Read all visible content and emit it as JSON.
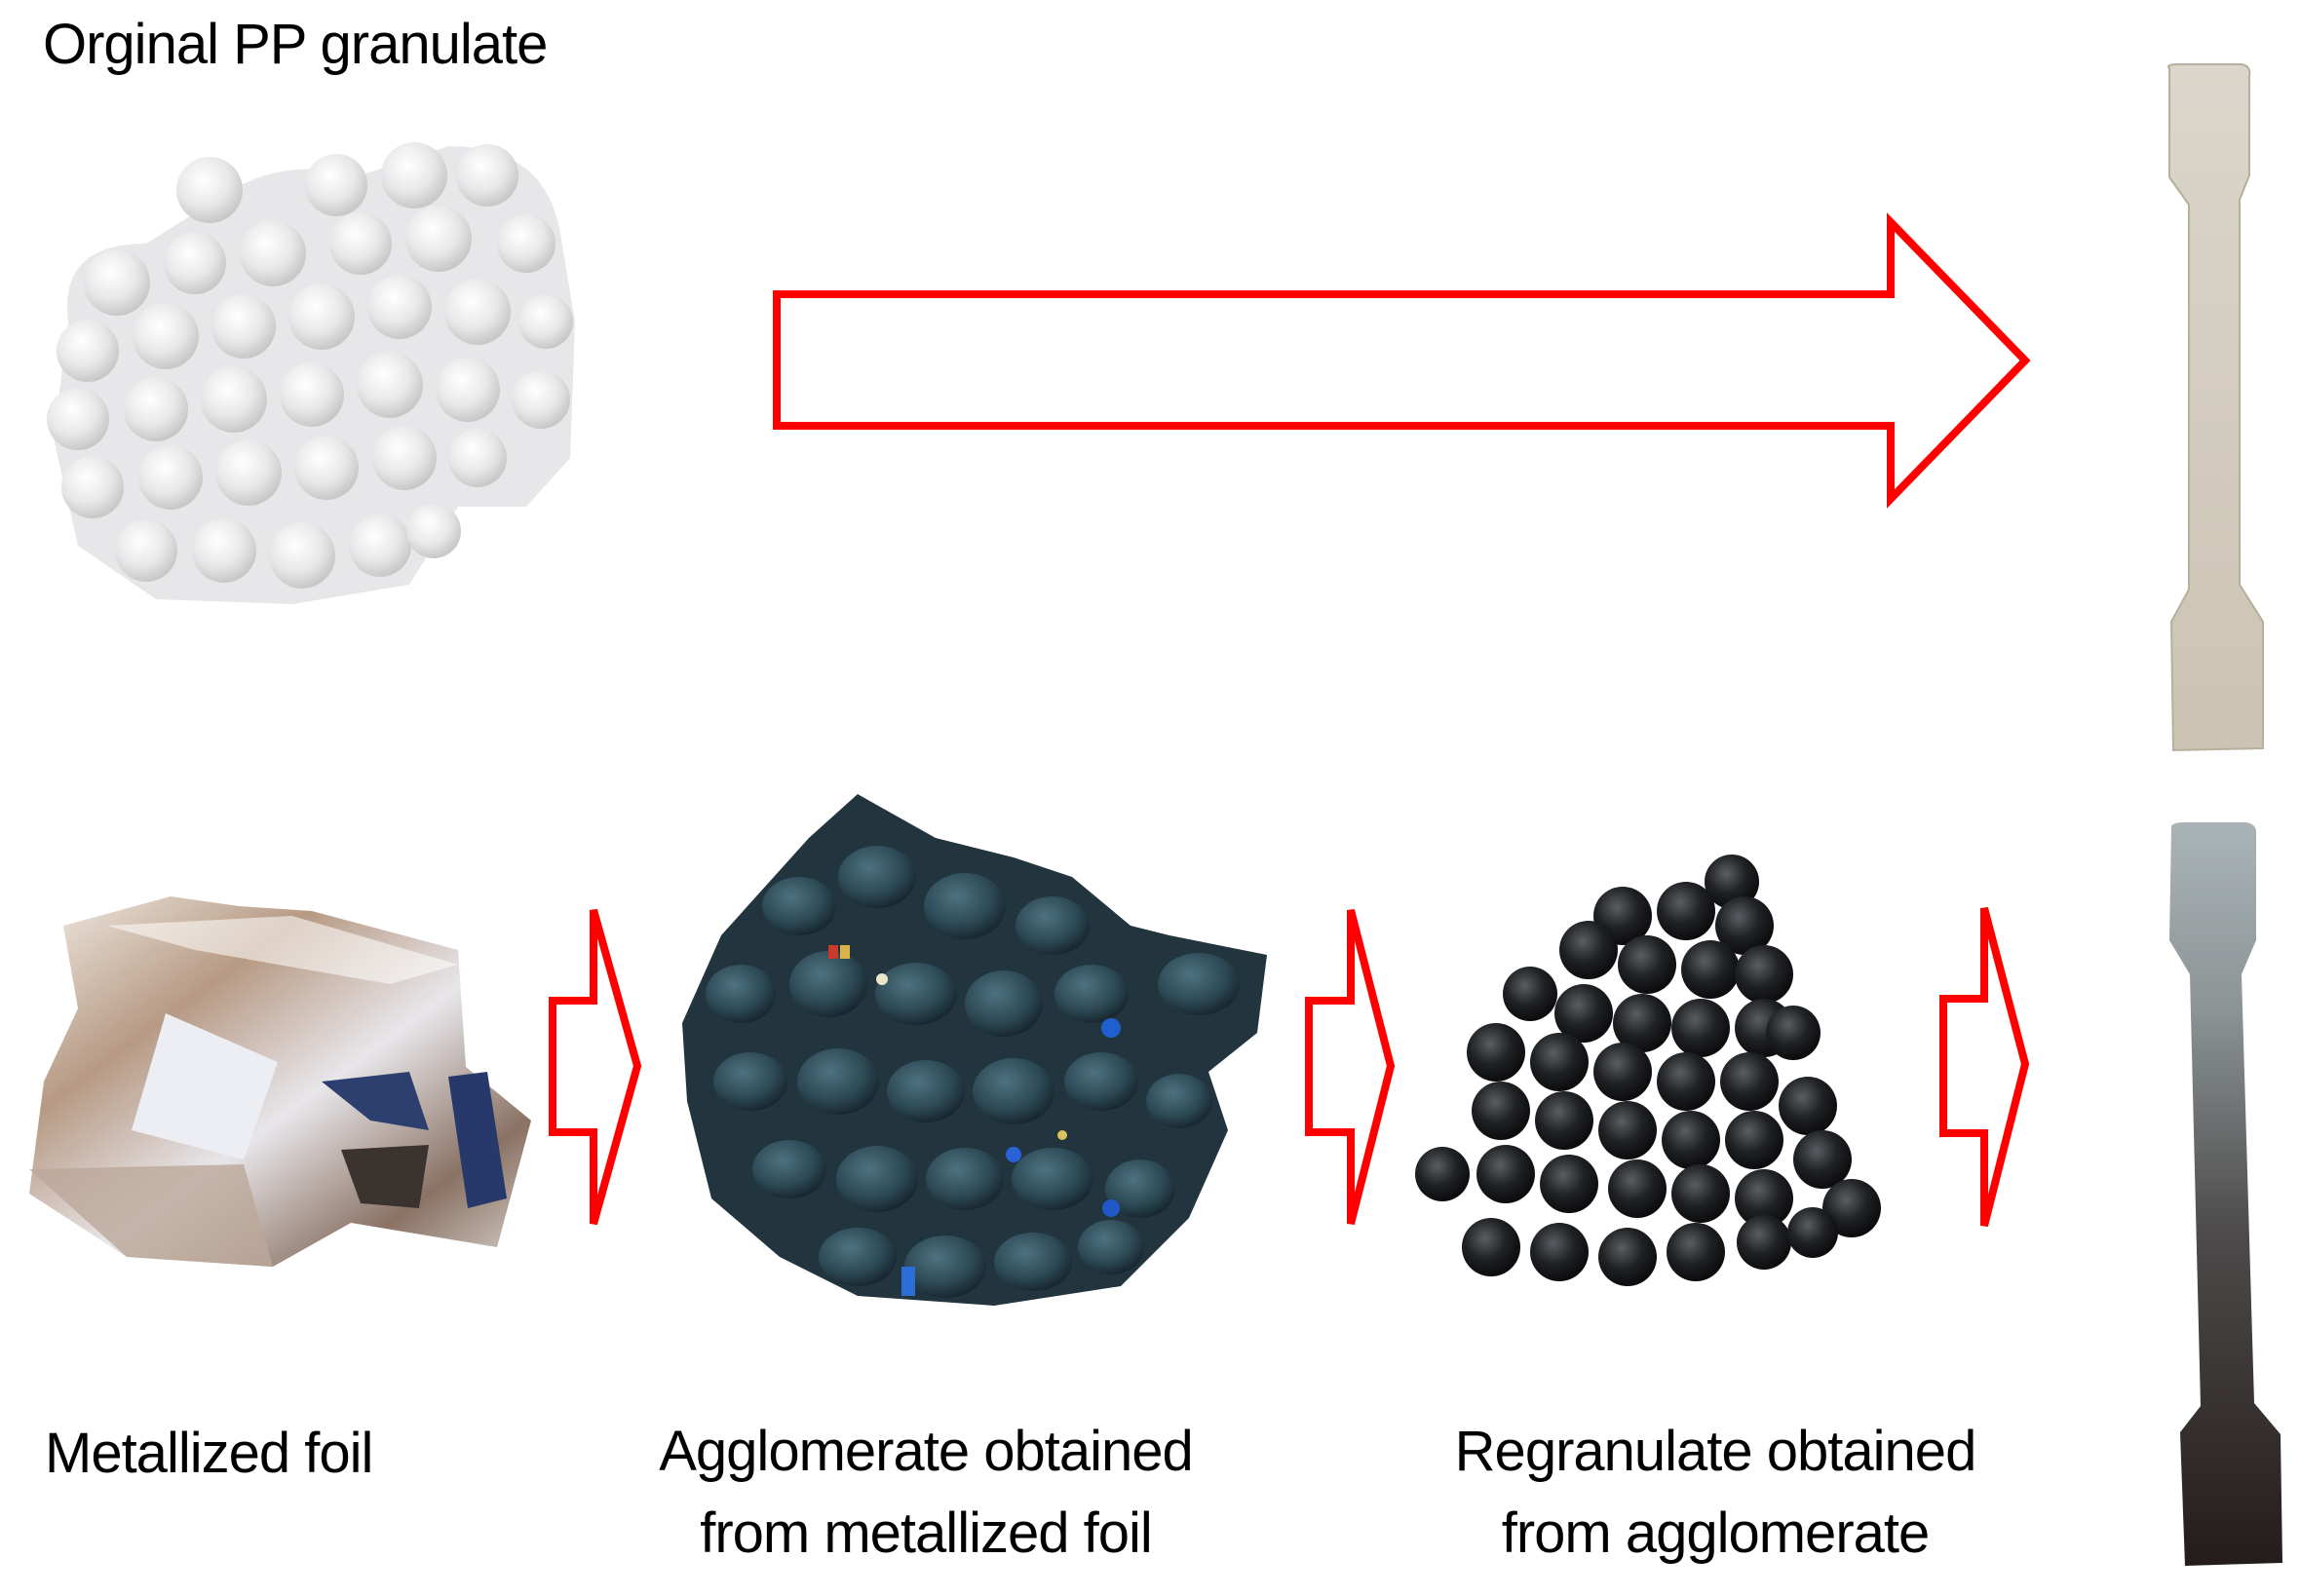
{
  "figure": {
    "top_row": {
      "title": "Orginal PP granulate",
      "items": [
        {
          "id": "pp-granulate",
          "kind": "photo",
          "description": "white/translucent PP pellets"
        },
        {
          "id": "process-arrow-long",
          "kind": "arrow",
          "color": "#ff0000"
        },
        {
          "id": "dogbone-white",
          "kind": "photo",
          "description": "light beige tensile test specimen"
        }
      ]
    },
    "bottom_row": {
      "captions": {
        "foil": "Metallized foil",
        "agglomerate_line1": "Agglomerate obtained",
        "agglomerate_line2": "from metallized foil",
        "regranulate_line1": "Regranulate obtained",
        "regranulate_line2": "from agglomerate"
      },
      "items": [
        {
          "id": "metallized-foil",
          "kind": "photo",
          "description": "crumpled metallized foil"
        },
        {
          "id": "arrow-1",
          "kind": "arrow",
          "color": "#ff0000"
        },
        {
          "id": "agglomerate",
          "kind": "photo",
          "description": "dark blue-grey agglomerate pieces"
        },
        {
          "id": "arrow-2",
          "kind": "arrow",
          "color": "#ff0000"
        },
        {
          "id": "regranulate",
          "kind": "photo",
          "description": "black regranulate pellets"
        },
        {
          "id": "arrow-3",
          "kind": "arrow",
          "color": "#ff0000"
        },
        {
          "id": "dogbone-dark",
          "kind": "photo",
          "description": "grey-to-dark tensile test specimen"
        }
      ]
    },
    "colors": {
      "arrow_stroke": "#ff0000",
      "background": "#ffffff",
      "white_specimen": "#d6cfc1",
      "dark_specimen_top": "#a9b2b5",
      "dark_specimen_bottom": "#2a2220"
    }
  }
}
